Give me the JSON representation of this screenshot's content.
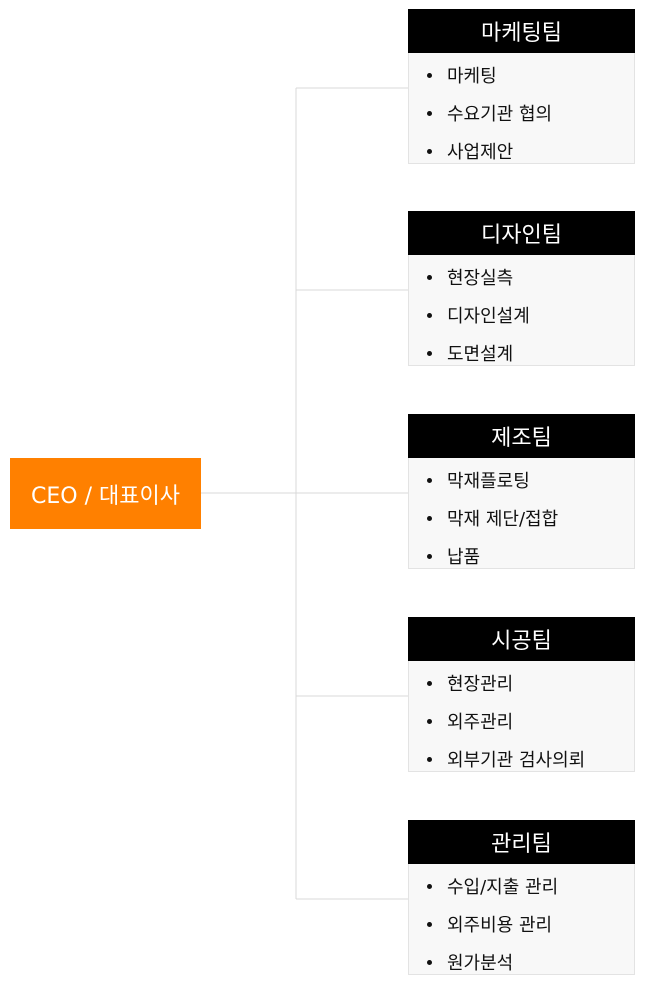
{
  "colors": {
    "ceo": "#ff8000",
    "header": "#000000",
    "body": "#f8f8f8",
    "line": "#d9d9d9"
  },
  "ceo": {
    "label": "CEO / 대표이사"
  },
  "teams": [
    {
      "name": "마케팅팀",
      "items": [
        "마케팅",
        "수요기관 협의",
        "사업제안"
      ]
    },
    {
      "name": "디자인팀",
      "items": [
        "현장실측",
        "디자인설계",
        "도면설계"
      ]
    },
    {
      "name": "제조팀",
      "items": [
        "막재플로팅",
        "막재 제단/접합",
        "납품"
      ]
    },
    {
      "name": "시공팀",
      "items": [
        "현장관리",
        "외주관리",
        "외부기관 검사의뢰"
      ]
    },
    {
      "name": "관리팀",
      "items": [
        "수입/지출 관리",
        "외주비용 관리",
        "원가분석"
      ]
    }
  ]
}
